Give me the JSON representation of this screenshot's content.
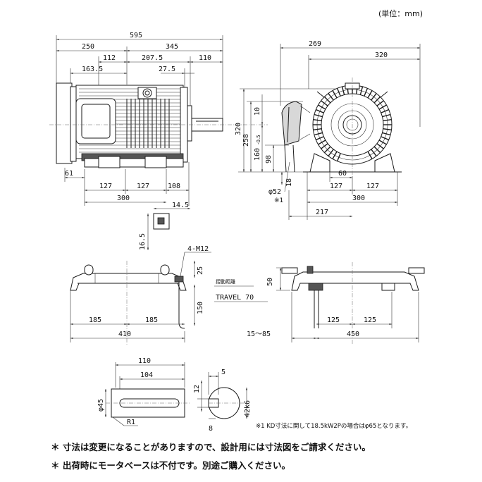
{
  "unit_label": "(単位：mm)",
  "front_view": {
    "total_length": "595",
    "left_part": "250",
    "right_part": "345",
    "dim_112": "112",
    "dim_207_5": "207.5",
    "dim_110": "110",
    "dim_163_5": "163.5",
    "dim_27_5": "27.5",
    "dim_61": "61",
    "foot_127_a": "127",
    "foot_127_b": "127",
    "foot_108": "108",
    "foot_300": "300",
    "height_320": "320",
    "height_258": "258",
    "height_160": "160",
    "height_160_tol": "-0.5",
    "height_98": "98",
    "height_10": "10",
    "height_18": "18",
    "key_14_5": "14.5",
    "key_16_5": "16.5",
    "bolt_hole": "φ52",
    "bolt_hole_mark": "※1"
  },
  "side_view": {
    "width_269": "269",
    "width_320": "320",
    "dim_60": "60",
    "foot_127_a": "127",
    "foot_127_b": "127",
    "foot_300": "300",
    "dim_217": "217"
  },
  "base_front": {
    "bolt_label": "4-M12",
    "dim_25": "25",
    "dim_150": "150",
    "dim_185_a": "185",
    "dim_185_b": "185",
    "dim_410": "410"
  },
  "base_side": {
    "slide_label": "摺動距離",
    "travel_label": "TRAVEL 70",
    "dim_50": "50",
    "dim_125_a": "125",
    "dim_125_b": "125",
    "dim_15_85": "15～85",
    "dim_450": "450"
  },
  "shaft": {
    "dim_110": "110",
    "dim_104": "104",
    "dia_45": "φ45",
    "radius": "R1",
    "dim_12": "12",
    "dim_5": "5",
    "dim_8": "8",
    "dim_42": "42k6"
  },
  "footnote": "※1 KD寸法に関して18.5kW2Pの場合はφ65となります。",
  "notes": [
    "＊ 寸法は変更になることがありますので、設計用には寸法図をご請求ください。",
    "＊ 出荷時にモータベースは不付です。別途ご購入ください。"
  ]
}
